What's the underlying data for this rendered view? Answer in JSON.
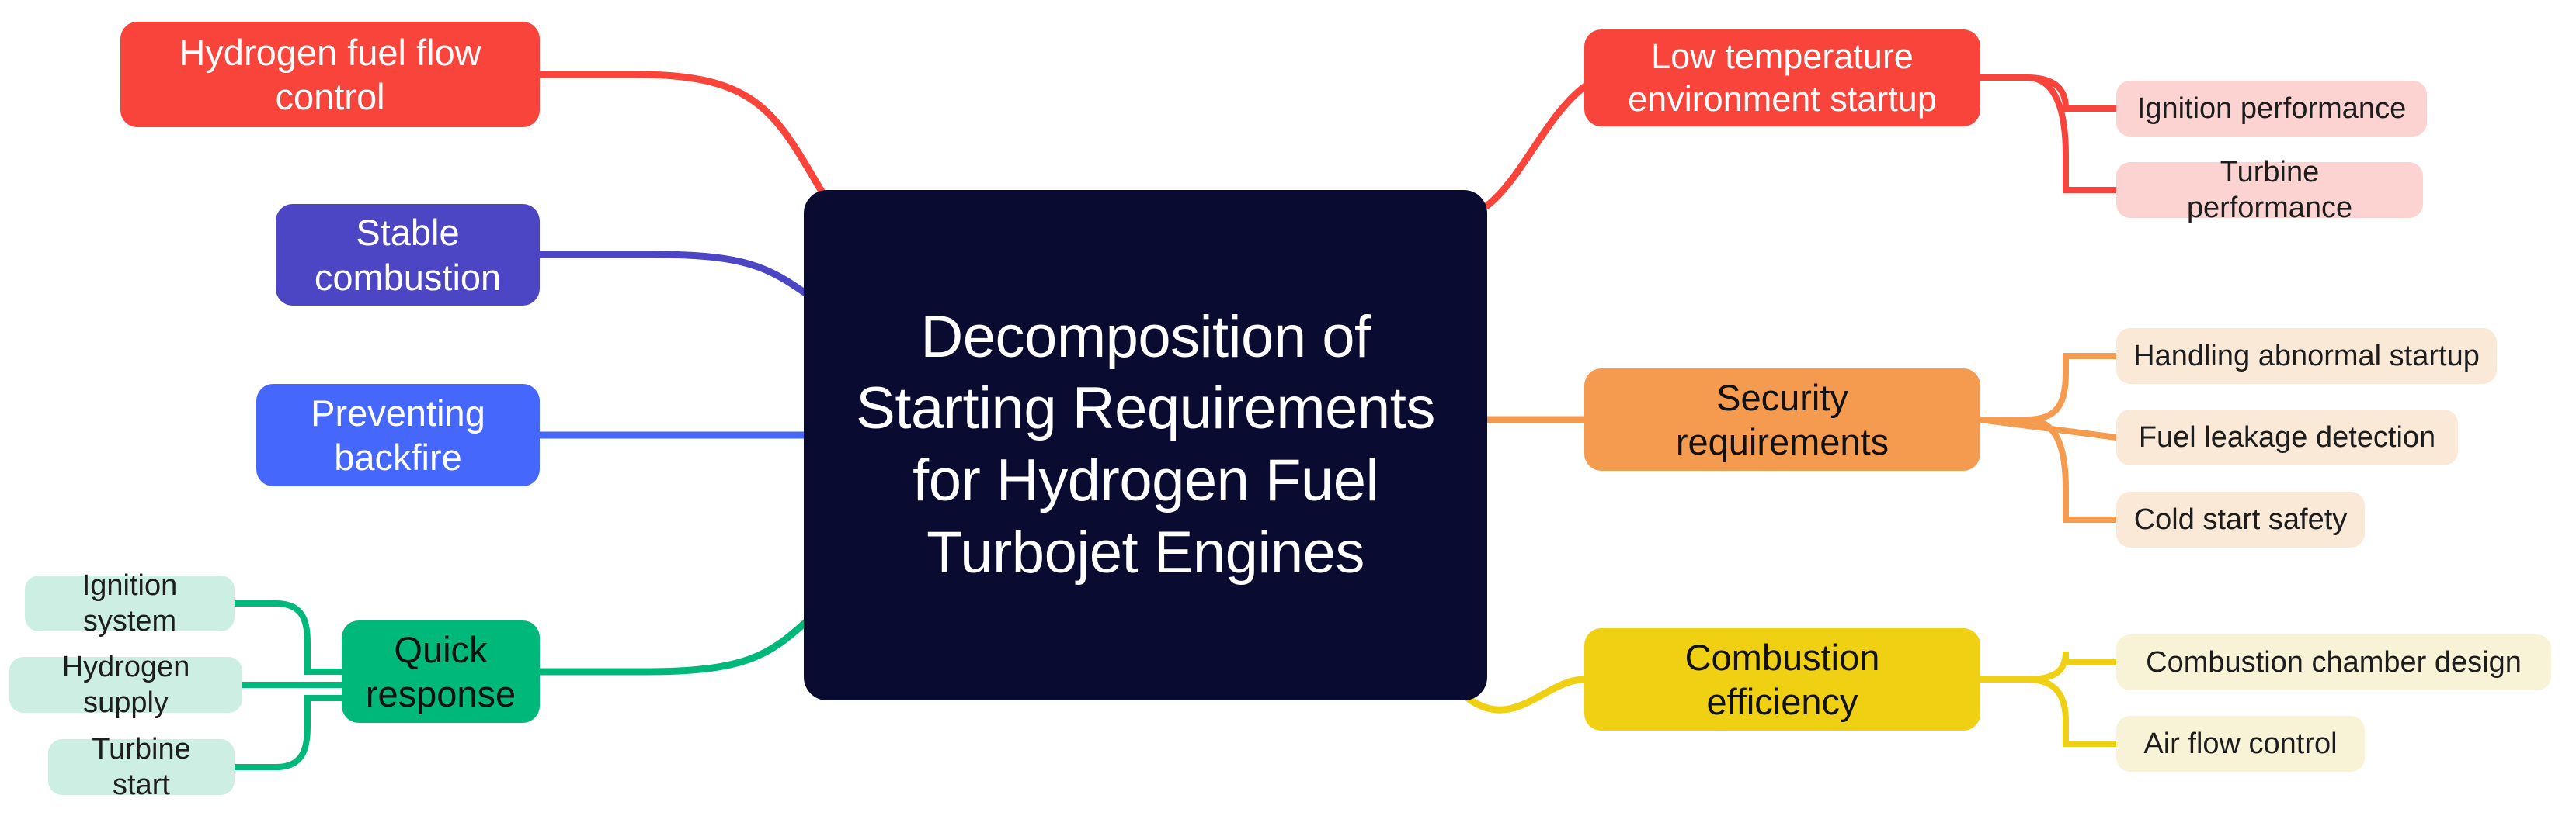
{
  "diagram": {
    "type": "mindmap",
    "root": {
      "label": "Decomposition of Starting Requirements for Hydrogen Fuel Turbojet Engines",
      "color": "#0a0b30",
      "text_color": "#ffffff"
    },
    "branches": [
      {
        "id": "hydrogen-fuel-flow-control",
        "label": "Hydrogen fuel flow control",
        "side": "left",
        "color": "#f8443a",
        "text_color": "#ffffff",
        "children": []
      },
      {
        "id": "stable-combustion",
        "label": "Stable combustion",
        "side": "left",
        "color": "#4c45c4",
        "text_color": "#ffffff",
        "children": []
      },
      {
        "id": "preventing-backfire",
        "label": "Preventing backfire",
        "side": "left",
        "color": "#4667fb",
        "text_color": "#ffffff",
        "children": []
      },
      {
        "id": "quick-response",
        "label": "Quick response",
        "side": "left",
        "color": "#00b87a",
        "text_color": "#111111",
        "child_color": "#cdeee2",
        "children": [
          {
            "id": "ignition-system",
            "label": "Ignition system"
          },
          {
            "id": "hydrogen-supply",
            "label": "Hydrogen supply"
          },
          {
            "id": "turbine-start",
            "label": "Turbine start"
          }
        ]
      },
      {
        "id": "low-temperature-environment-startup",
        "label": "Low temperature environment startup",
        "side": "right",
        "color": "#f8443a",
        "text_color": "#ffffff",
        "child_color": "#fdd3d1",
        "children": [
          {
            "id": "ignition-performance",
            "label": "Ignition performance"
          },
          {
            "id": "turbine-performance",
            "label": "Turbine performance"
          }
        ]
      },
      {
        "id": "security-requirements",
        "label": "Security requirements",
        "side": "right",
        "color": "#f49b50",
        "text_color": "#111111",
        "child_color": "#fbe9d8",
        "children": [
          {
            "id": "handling-abnormal-startup",
            "label": "Handling abnormal startup"
          },
          {
            "id": "fuel-leakage-detection",
            "label": "Fuel leakage detection"
          },
          {
            "id": "cold-start-safety",
            "label": "Cold start safety"
          }
        ]
      },
      {
        "id": "combustion-efficiency",
        "label": "Combustion efficiency",
        "side": "right",
        "color": "#efd013",
        "text_color": "#111111",
        "child_color": "#f8f2d6",
        "children": [
          {
            "id": "combustion-chamber-design",
            "label": "Combustion chamber design"
          },
          {
            "id": "air-flow-control",
            "label": "Air flow control"
          }
        ]
      }
    ],
    "background_color": "#ffffff"
  }
}
